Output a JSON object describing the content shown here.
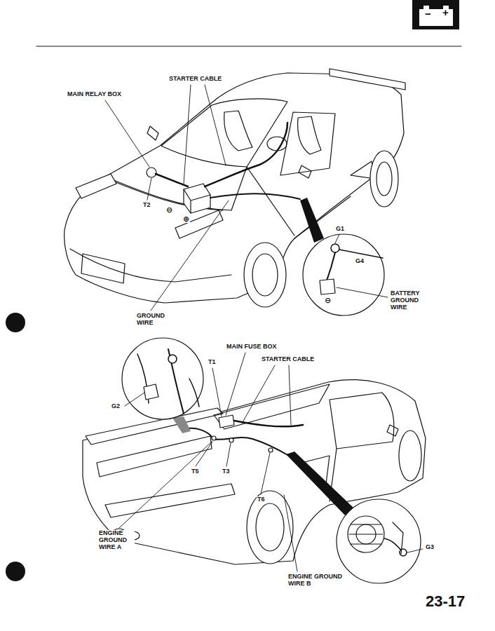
{
  "diagram": {
    "labels": [
      "−",
      "+",
      "STARTER CABLE",
      "MAIN RELAY BOX",
      "T2",
      "⊖",
      "⊕",
      "G1",
      "G4",
      "⊖",
      "BATTERY GROUND WIRE",
      "GROUND WIRE",
      "MAIN FUSE BOX",
      "T1",
      "STARTER CABLE",
      "G2",
      "T5",
      "T3",
      "T6",
      "ENGINE GROUND WIRE A",
      "G3",
      "ENGINE GROUND WIRE B",
      "23-17"
    ]
  }
}
